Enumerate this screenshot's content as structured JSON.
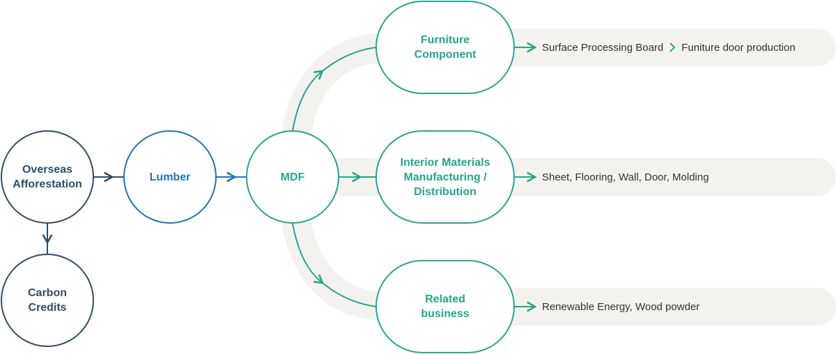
{
  "nodes": {
    "overseas": [
      "Overseas",
      "Afforestation"
    ],
    "carbon": [
      "Carbon",
      "Credits"
    ],
    "lumber": [
      "Lumber"
    ],
    "mdf": [
      "MDF"
    ],
    "furniture": [
      "Furniture",
      "Component"
    ],
    "interior": [
      "Interior Materials",
      "Manufacturing /",
      "Distribution"
    ],
    "related": [
      "Related",
      "business"
    ]
  },
  "outputs": {
    "furniture": [
      "Surface Processing Board",
      "Funiture door production"
    ],
    "interior": [
      "Sheet, Flooring, Wall, Door, Molding"
    ],
    "related": [
      "Renewable Energy, Wood powder"
    ]
  },
  "colors": {
    "dark": "#2e4d6b",
    "blue": "#1e74b7",
    "teal": "#27a58a",
    "band": "#f3f2ee"
  }
}
